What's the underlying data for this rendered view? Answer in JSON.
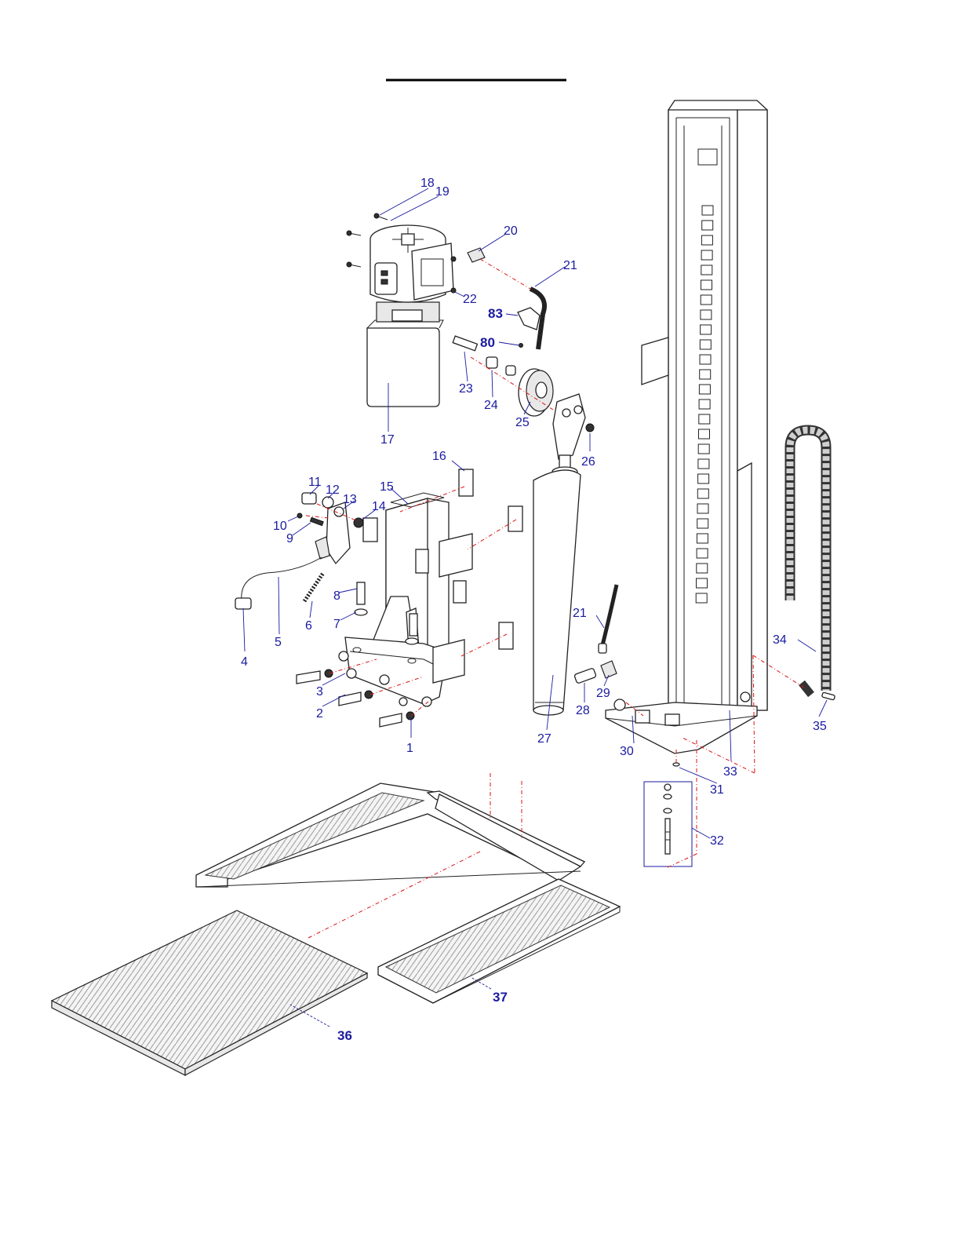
{
  "diagram": {
    "callouts": [
      {
        "id": "c1",
        "label": "1"
      },
      {
        "id": "c2",
        "label": "2"
      },
      {
        "id": "c3",
        "label": "3"
      },
      {
        "id": "c4",
        "label": "4"
      },
      {
        "id": "c5",
        "label": "5"
      },
      {
        "id": "c6",
        "label": "6"
      },
      {
        "id": "c7",
        "label": "7"
      },
      {
        "id": "c8",
        "label": "8"
      },
      {
        "id": "c9",
        "label": "9"
      },
      {
        "id": "c10",
        "label": "10"
      },
      {
        "id": "c11",
        "label": "11"
      },
      {
        "id": "c12",
        "label": "12"
      },
      {
        "id": "c13",
        "label": "13"
      },
      {
        "id": "c14",
        "label": "14"
      },
      {
        "id": "c15",
        "label": "15"
      },
      {
        "id": "c16",
        "label": "16"
      },
      {
        "id": "c17",
        "label": "17"
      },
      {
        "id": "c18",
        "label": "18"
      },
      {
        "id": "c19",
        "label": "19"
      },
      {
        "id": "c20",
        "label": "20"
      },
      {
        "id": "c21a",
        "label": "21"
      },
      {
        "id": "c21b",
        "label": "21"
      },
      {
        "id": "c22",
        "label": "22"
      },
      {
        "id": "c23",
        "label": "23"
      },
      {
        "id": "c24",
        "label": "24"
      },
      {
        "id": "c25",
        "label": "25"
      },
      {
        "id": "c26",
        "label": "26"
      },
      {
        "id": "c27",
        "label": "27"
      },
      {
        "id": "c28",
        "label": "28"
      },
      {
        "id": "c29",
        "label": "29"
      },
      {
        "id": "c30",
        "label": "30"
      },
      {
        "id": "c31",
        "label": "31"
      },
      {
        "id": "c32",
        "label": "32"
      },
      {
        "id": "c33",
        "label": "33"
      },
      {
        "id": "c34",
        "label": "34"
      },
      {
        "id": "c35",
        "label": "35"
      },
      {
        "id": "c36",
        "label": "36"
      },
      {
        "id": "c37",
        "label": "37"
      },
      {
        "id": "c80",
        "label": "80"
      },
      {
        "id": "c83",
        "label": "83"
      }
    ]
  },
  "colors": {
    "callout": "#1a1aa0",
    "line_art": "#222222",
    "center_line": "#dd1111"
  }
}
